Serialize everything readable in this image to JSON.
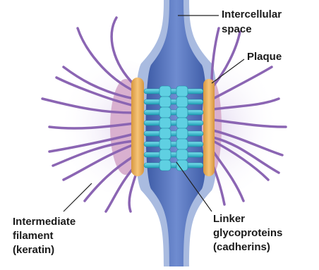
{
  "labels": {
    "intercellular_1": "Intercellular",
    "intercellular_2": "space",
    "plaque": "Plaque",
    "filament_1": "Intermediate",
    "filament_2": "filament",
    "filament_3": "(keratin)",
    "linker_1": "Linker",
    "linker_2": "glycoproteins",
    "linker_3": "(cadherins)"
  },
  "colors": {
    "membrane": "#9aaed8",
    "space": "#4e6fb8",
    "plaque": "#e8b060",
    "filament": "#8b65b3",
    "linker": "#37b6c9",
    "cytoplasm": "#ddd5ee"
  }
}
